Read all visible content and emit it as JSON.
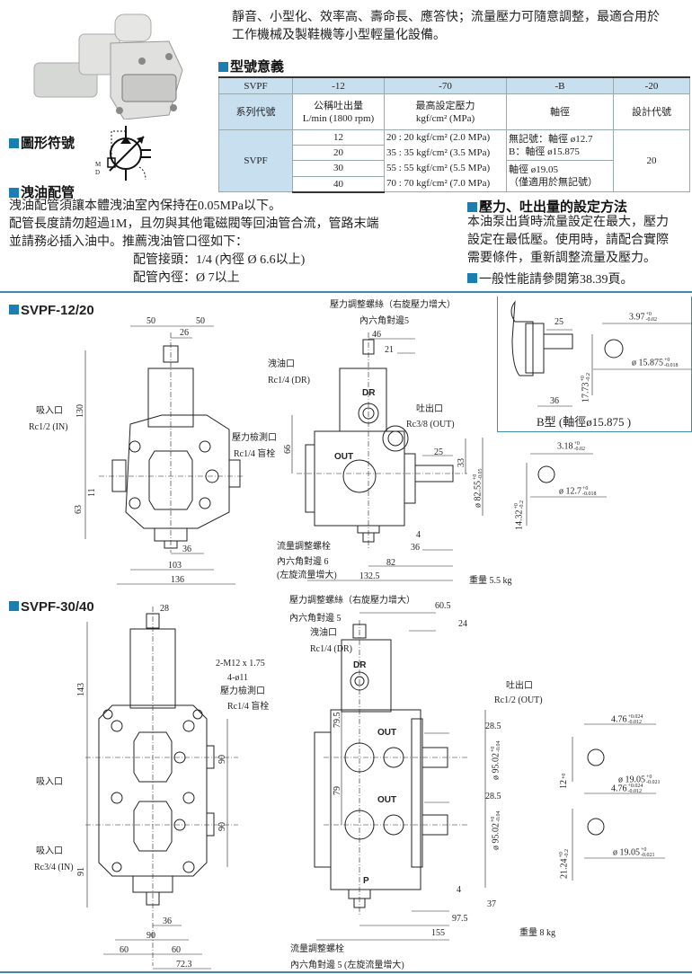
{
  "intro": {
    "line1": "靜音、小型化、效率高、壽命長、應答快；流量壓力可隨意調整，最適合用於",
    "line2": "工作機械及製鞋機等小型輕量化設備。"
  },
  "symbol_heading": "圖形符號",
  "symbol_labels": {
    "m": "M",
    "d": "D"
  },
  "model_heading": "型號意義",
  "model_table": {
    "header": [
      "SVPF",
      "-12",
      "-70",
      "-B",
      "-20"
    ],
    "desc": {
      "series": "系列代號",
      "flow_1": "公稱吐出量",
      "flow_2": "L/min (1800 rpm)",
      "pressure_1": "最高設定壓力",
      "pressure_2": "kgf/cm² (MPa)",
      "shaft": "軸徑",
      "design": "設計代號"
    },
    "series_value": "SVPF",
    "flows": [
      "12",
      "20",
      "30",
      "40"
    ],
    "pressures": [
      "20 : 20 kgf/cm² (2.0 MPa)",
      "35 : 35 kgf/cm² (3.5 MPa)",
      "55 : 55 kgf/cm² (5.5 MPa)",
      "70 : 70 kgf/cm² (7.0 MPa)"
    ],
    "shaft_a1": "無記號：軸徑 ø12.7",
    "shaft_a2": "B：軸徑 ø15.875",
    "shaft_b1": "軸徑 ø19.05",
    "shaft_b2": "（僅適用於無記號）",
    "design_value": "20"
  },
  "drain": {
    "heading": "洩油配管",
    "lines": [
      "洩油配管須讓本體洩油室內保持在0.05MPa以下。",
      "配管長度請勿超過1M，且勿與其他電磁閥等回油管合流，管路末端",
      "並請務必插入油中。推薦洩油管口徑如下："
    ],
    "fitting": "配管接頭：1/4 (內徑 Ø 6.6以上)",
    "inner": "配管內徑：Ø 7以上"
  },
  "setting": {
    "heading": "壓力、吐出量的設定方法",
    "lines": [
      "本油泵出貨時流量設定在最大，壓力",
      "設定在最低壓。使用時，請配合實際",
      "需要條件，重新調整流量及壓力。"
    ],
    "note": "一般性能請參閱第38.39頁。"
  },
  "svpf1220": {
    "title": "SVPF-12/20",
    "front": {
      "d50a": "50",
      "d50b": "50",
      "d26": "26",
      "d130": "130",
      "d11": "11",
      "d63": "63",
      "d36": "36",
      "d103": "103",
      "d136": "136",
      "suction": "吸入口",
      "suction_port": "Rc1/2 (IN)",
      "gauge": "壓力檢測口",
      "gauge_port": "Rc1/4 盲栓"
    },
    "side": {
      "pressure_screw": "壓力調整螺絲（右旋壓力增大）",
      "hex5": "內六角對邊5",
      "d46": "46",
      "d21": "21",
      "drain": "洩油口",
      "drain_port": "Rc1/4 (DR)",
      "outlet": "吐出口",
      "outlet_port": "Rc3/8 (OUT)",
      "d66": "66",
      "d25": "25",
      "d33": "33",
      "d82_55": "ø 82.55",
      "d82_55_up": "+0",
      "d82_55_lo": "-0.05",
      "d4": "4",
      "d36": "36",
      "d82": "82",
      "d132_5": "132.5",
      "flow_screw": "流量調整螺栓",
      "hex6": "內六角對邊 6",
      "flow_dir": "(左旋流量增大)",
      "mark_dr": "DR",
      "mark_out": "OUT",
      "weight": "重量 5.5 kg"
    },
    "btype": {
      "d25": "25",
      "d36": "36",
      "key": "3.97",
      "key_up": "+0",
      "key_lo": "-0.02",
      "dia": "ø 15.875",
      "dia_up": "+0",
      "dia_lo": "-0.018",
      "h": "17.73",
      "h_up": "+0",
      "h_lo": "-0.2",
      "caption": "B型 (軸徑ø15.875 )"
    },
    "std": {
      "key": "3.18",
      "key_up": "+0",
      "key_lo": "-0.02",
      "dia": "ø 12.7",
      "dia_up": "+0",
      "dia_lo": "-0.018",
      "h": "14.32",
      "h_up": "+0",
      "h_lo": "-0.2"
    }
  },
  "svpf3040": {
    "title": "SVPF-30/40",
    "front": {
      "d28": "28",
      "d143": "143",
      "bolt": "2-M12 x 1.75",
      "holes": "4-ø11",
      "gauge": "壓力檢測口",
      "gauge_port": "Rc1/4 盲栓",
      "d90a": "90",
      "d90b": "90",
      "suction1": "吸入口",
      "suction2": "吸入口",
      "suction_port": "Rc3/4 (IN)",
      "d91": "91",
      "d36": "36",
      "d90": "90",
      "d60a": "60",
      "d60b": "60",
      "d72_3": "72.3"
    },
    "side": {
      "pressure_screw": "壓力調整螺絲（右旋壓力增大）",
      "hex5": "內六角對邊 5",
      "d60_5": "60.5",
      "d24": "24",
      "drain": "洩油口",
      "drain_port": "Rc1/4 (DR)",
      "outlet": "吐出口",
      "outlet_port": "Rc1/2 (OUT)",
      "d79_5": "79.5",
      "d79": "79",
      "d28_5a": "28.5",
      "d28_5b": "28.5",
      "d95": "ø 95.02",
      "d95_up": "+0",
      "d95_lo": "-0.04",
      "d4": "4",
      "d37": "37",
      "d97_5": "97.5",
      "d155": "155",
      "weight": "重量 8 kg",
      "flow_screw": "流量調整螺栓",
      "flow_hex": "內六角對邊 5 (左旋流量增大)",
      "mark_dr": "DR",
      "mark_out": "OUT",
      "mark_p": "P"
    },
    "keys": {
      "key": "4.76",
      "key_up": "+0.024",
      "key_lo": "-0.012",
      "dia": "ø 19.05",
      "dia_up": "+0",
      "dia_lo": "-0.021",
      "h1": "12",
      "h1_up": "+0",
      "h": "21.24",
      "h_up": "+0",
      "h_lo": "-0.2"
    }
  },
  "colors": {
    "accent": "#1a7fb0",
    "table_blue": "#c8dff0",
    "rule": "#3b8ea5"
  }
}
